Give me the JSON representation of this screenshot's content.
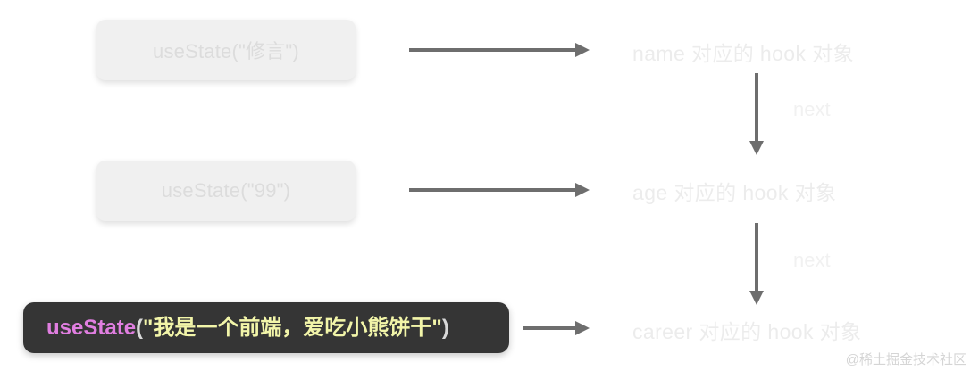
{
  "diagram": {
    "calls": [
      {
        "id": "name",
        "text": "useState(\"修言\")"
      },
      {
        "id": "age",
        "text": "useState(\"99\")"
      }
    ],
    "highlighted_call": {
      "fn": "useState",
      "open_paren": "(",
      "string": "\"我是一个前端，爱吃小熊饼干\"",
      "close_paren": ")",
      "fn_color": "#e07ee0",
      "string_color": "#f2f5a9",
      "punct_color": "#d8d8d8",
      "background_color": "#353535"
    },
    "hooks": [
      {
        "id": "name",
        "label": "name 对应的 hook 对象"
      },
      {
        "id": "age",
        "label": "age 对应的 hook 对象"
      },
      {
        "id": "career",
        "label": "career 对应的 hook 对象"
      }
    ],
    "next_links": [
      {
        "label": "next"
      },
      {
        "label": "next"
      }
    ],
    "arrow_color": "#6e6e6e",
    "box_color": "#f0f0f0",
    "hook_text_color": "#ececec"
  },
  "watermark": {
    "text": "@稀土掘金技术社区"
  }
}
